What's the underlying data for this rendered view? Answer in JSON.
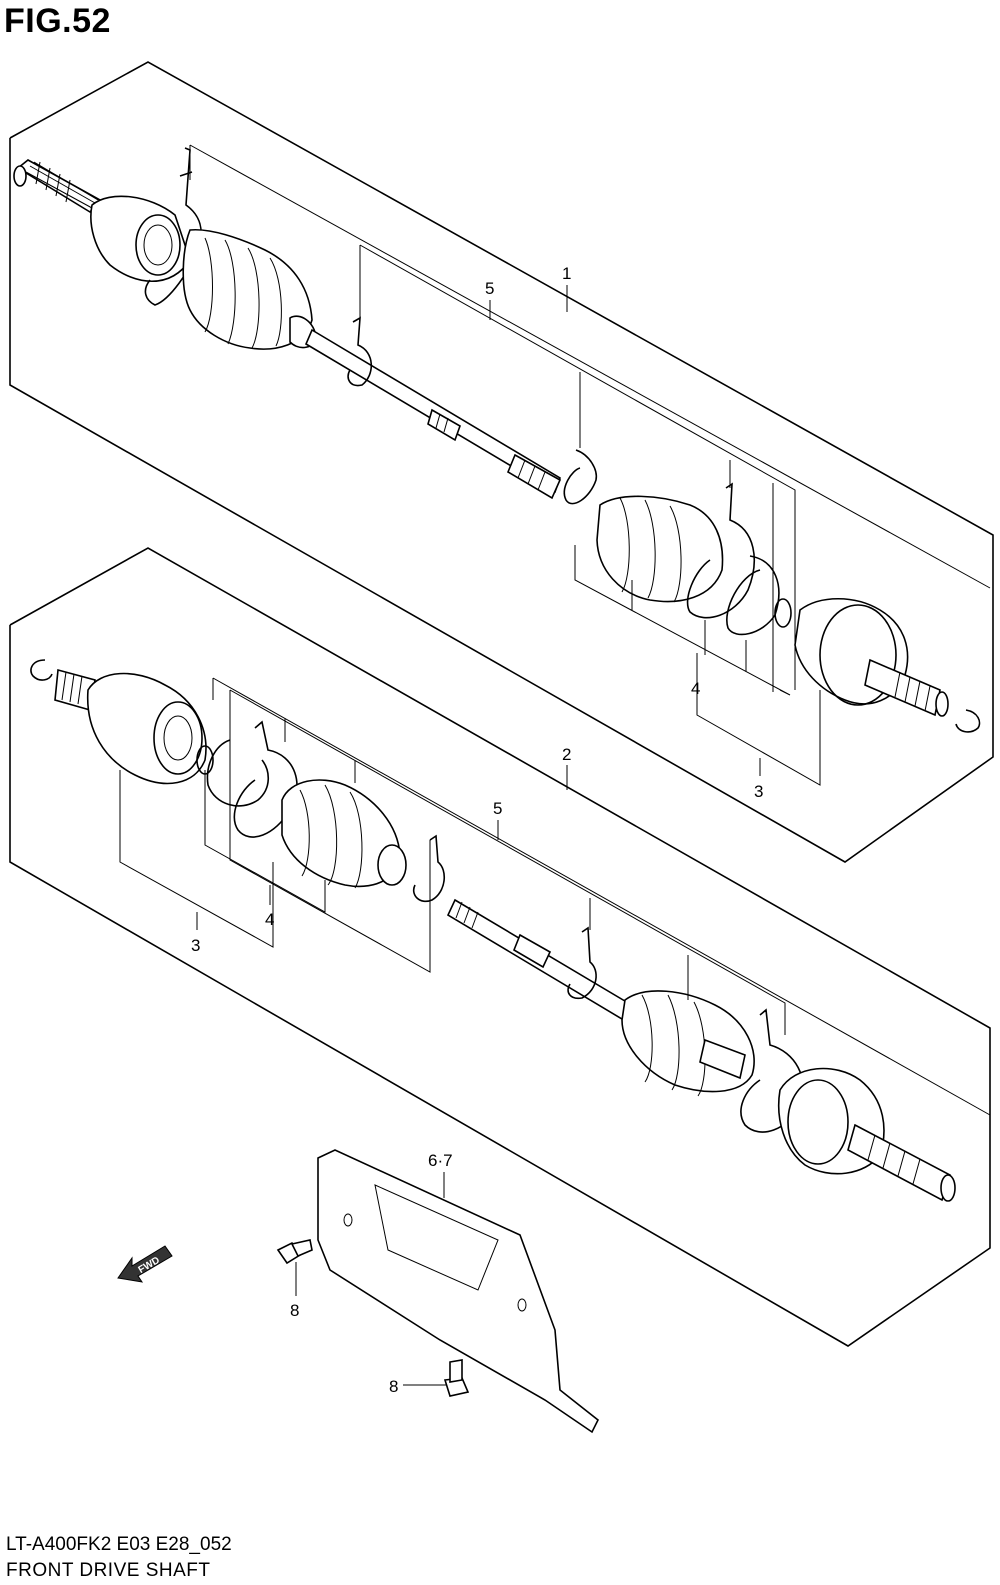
{
  "figure": {
    "title": "FIG.52",
    "code": "LT-A400FK2 E03 E28_052",
    "name": "FRONT DRIVE SHAFT"
  },
  "callouts": {
    "upper_assembly": "1",
    "upper_shaft_set": "5",
    "upper_boot_kit": "4",
    "upper_joint_set": "3",
    "lower_assembly": "2",
    "lower_shaft_set": "5",
    "lower_boot_kit": "4",
    "lower_joint_set": "3",
    "guard": "6·7",
    "bolt_left": "8",
    "bolt_bottom": "8"
  },
  "fwd_label": "FWD",
  "icons": [
    "fwd-arrow-icon"
  ]
}
